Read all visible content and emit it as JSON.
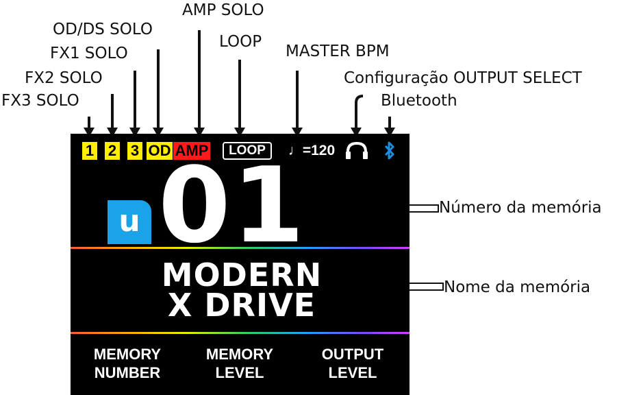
{
  "callouts": {
    "amp_solo": "AMP SOLO",
    "od_ds_solo": "OD/DS SOLO",
    "loop": "LOOP",
    "master_bpm": "MASTER BPM",
    "fx1_solo": "FX1 SOLO",
    "fx2_solo": "FX2 SOLO",
    "output_select": "Configuração OUTPUT SELECT",
    "fx3_solo": "FX3 SOLO",
    "bluetooth": "Bluetooth",
    "memory_number": "Número da memória",
    "memory_name": "Nome da memória"
  },
  "screen": {
    "indicators": [
      "1",
      "2",
      "3",
      "OD",
      "AMP"
    ],
    "loop": "LOOP",
    "bpm": "♩=120",
    "user_badge": "u",
    "memory_number": "01",
    "memory_name_line1": "MODERN",
    "memory_name_line2": "X DRIVE",
    "knob1_line1": "MEMORY",
    "knob1_line2": "NUMBER",
    "knob2_line1": "MEMORY",
    "knob2_line2": "LEVEL",
    "knob3_line1": "OUTPUT",
    "knob3_line2": "LEVEL"
  },
  "colors": {
    "indicator_yellow": "#ffee00",
    "amp_red": "#ff1a1a",
    "bluetooth_blue": "#1a8fe0",
    "user_badge_blue": "#1aa3e8"
  }
}
